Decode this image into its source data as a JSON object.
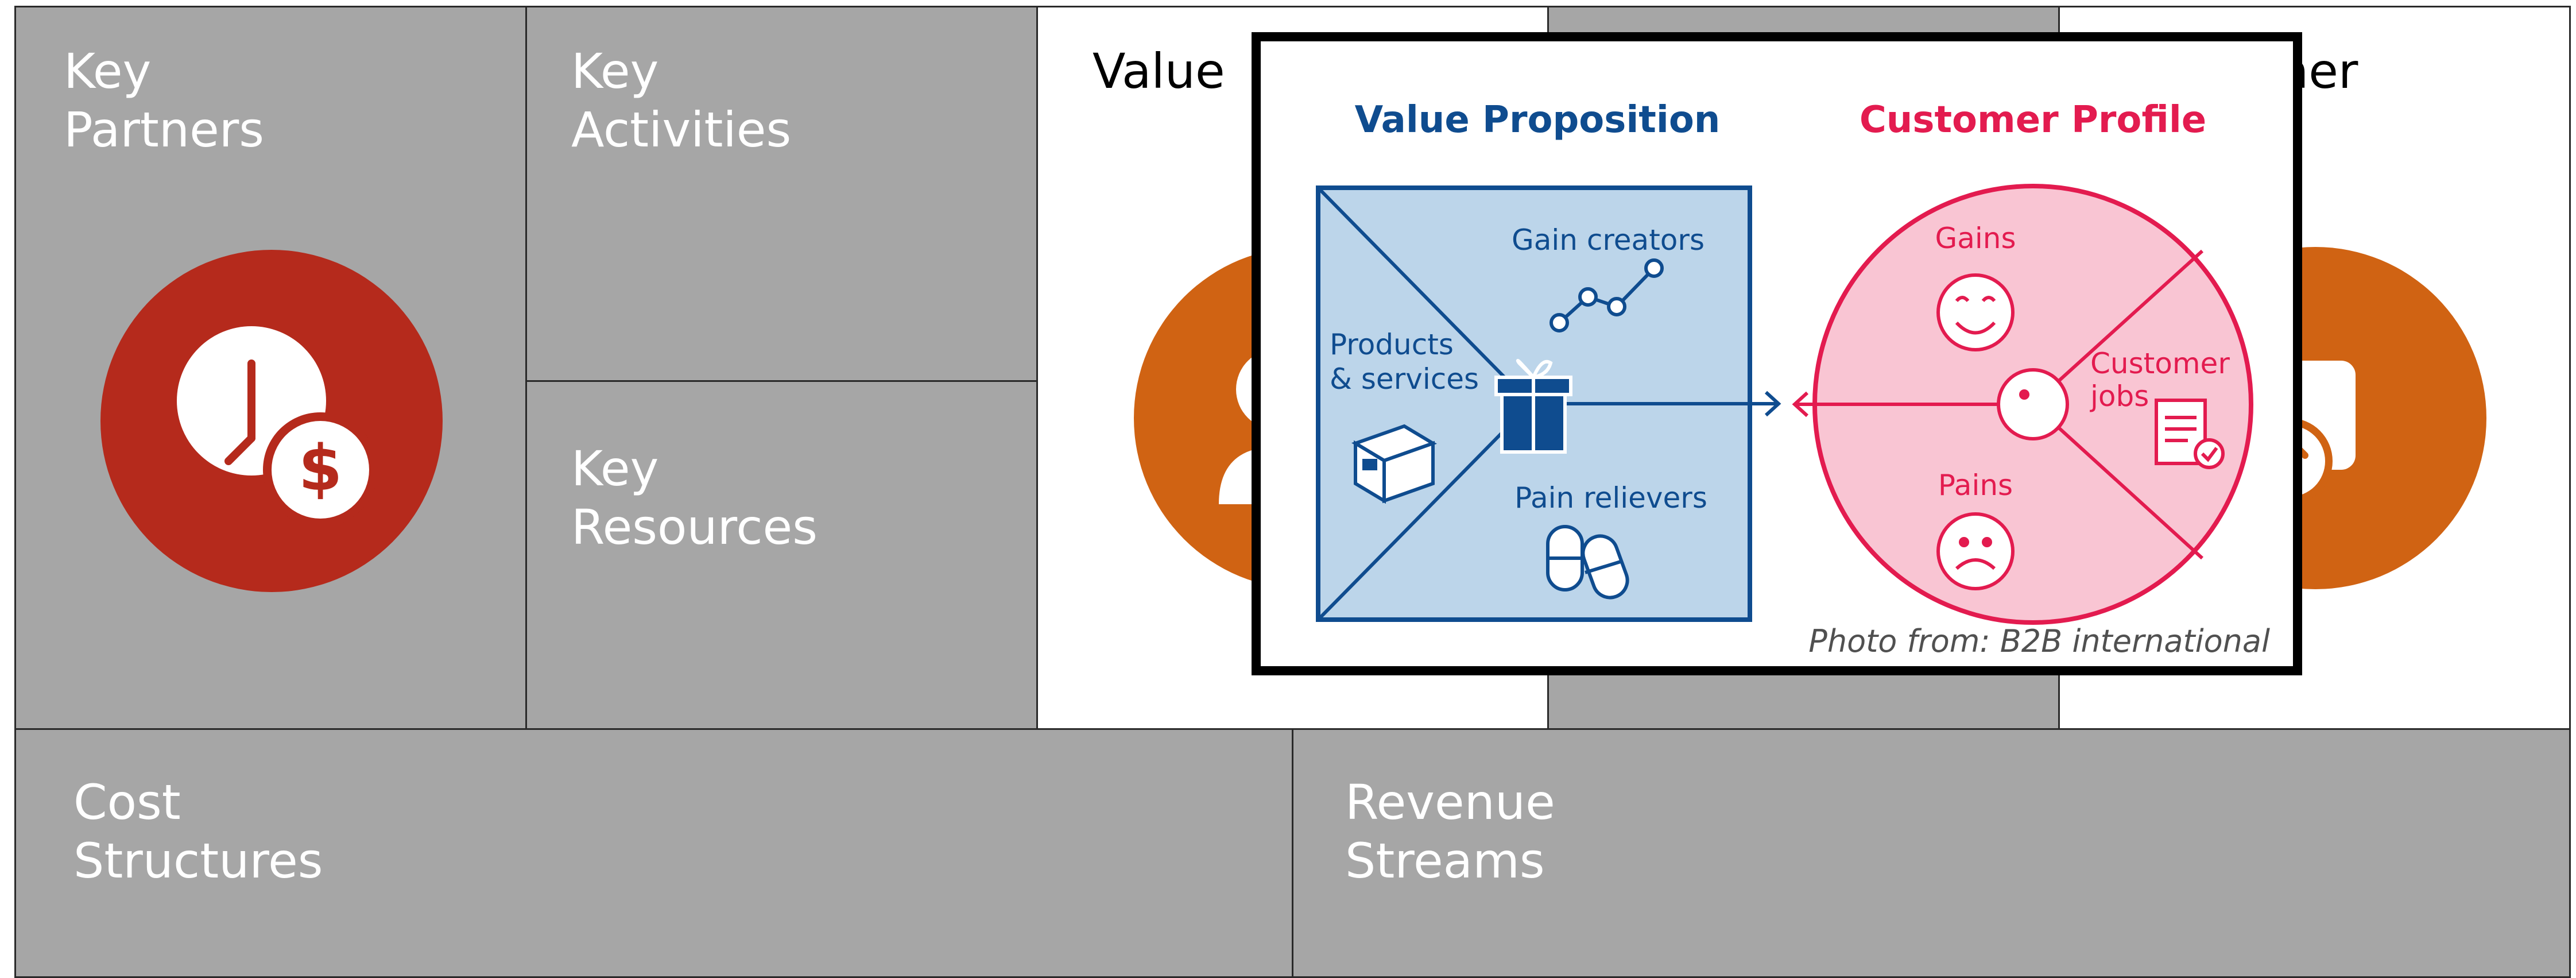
{
  "canvas": {
    "key_partners": {
      "title": "Key\nPartners",
      "icon": "clock-dollar-icon"
    },
    "key_activities": {
      "title": "Key\nActivities"
    },
    "key_resources": {
      "title": "Key\nResources"
    },
    "value_propositions": {
      "title": "Value",
      "icon": "person-icon"
    },
    "customer_segments": {
      "title": "her",
      "icon": "upload-icon"
    },
    "cost_structures": {
      "title": "Cost\nStructures"
    },
    "revenue_streams": {
      "title": "Revenue\nStreams"
    }
  },
  "popup": {
    "value_proposition_title": "Value Proposition",
    "customer_profile_title": "Customer Profile",
    "gain_creators": "Gain creators",
    "products_services": [
      "Products",
      "& services"
    ],
    "pain_relievers": "Pain relievers",
    "gains": "Gains",
    "pains": "Pains",
    "customer_jobs": [
      "Customer",
      "jobs"
    ],
    "caption": "Photo from: B2B international"
  },
  "colors": {
    "cell_grey": "#a6a6a6",
    "key_partners_circle": "#b52a1c",
    "orange_circle": "#d06313",
    "vp_blue": "#0f4c8f",
    "vp_fill": "#bcd5ea",
    "cp_red": "#e31b4f",
    "cp_fill": "#f9c5d3"
  }
}
